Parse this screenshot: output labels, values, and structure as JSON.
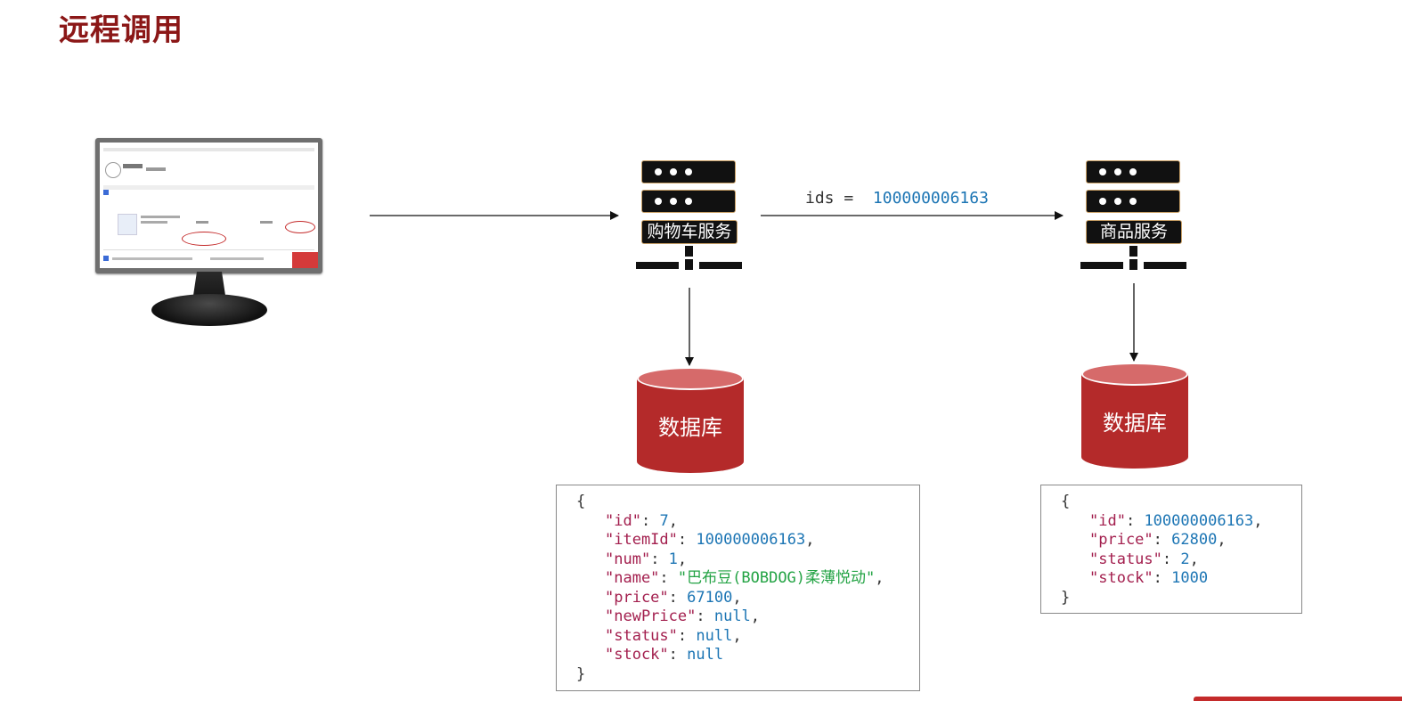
{
  "title": "远程调用",
  "cart_service": {
    "label": "购物车服务"
  },
  "item_service": {
    "label": "商品服务"
  },
  "request": {
    "key": "ids",
    "op": "=",
    "value": "100000006163"
  },
  "cart_db": {
    "label": "数据库"
  },
  "item_db": {
    "label": "数据库"
  },
  "cart_json": {
    "fields": [
      {
        "key": "\"id\"",
        "value": "7",
        "type": "num",
        "sep": ","
      },
      {
        "key": "\"itemId\"",
        "value": "100000006163",
        "type": "num",
        "sep": ","
      },
      {
        "key": "\"num\"",
        "value": "1",
        "type": "num",
        "sep": ","
      },
      {
        "key": "\"name\"",
        "value": "\"巴布豆(BOBDOG)柔薄悦动\"",
        "type": "str",
        "sep": ","
      },
      {
        "key": "\"price\"",
        "value": "67100",
        "type": "num",
        "sep": ","
      },
      {
        "key": "\"newPrice\"",
        "value": "null",
        "type": "null",
        "sep": ","
      },
      {
        "key": "\"status\"",
        "value": "null",
        "type": "null",
        "sep": ","
      },
      {
        "key": "\"stock\"",
        "value": "null",
        "type": "null",
        "sep": ""
      }
    ]
  },
  "item_json": {
    "fields": [
      {
        "key": "\"id\"",
        "value": "100000006163",
        "type": "num",
        "sep": ","
      },
      {
        "key": "\"price\"",
        "value": "62800",
        "type": "num",
        "sep": ","
      },
      {
        "key": "\"status\"",
        "value": "2",
        "type": "num",
        "sep": ","
      },
      {
        "key": "\"stock\"",
        "value": "1000",
        "type": "num",
        "sep": ""
      }
    ]
  },
  "colors": {
    "title": "#8b1717",
    "db": "#b42a2a",
    "server": "#111111",
    "server_border": "#c9a066",
    "json_number": "#1c75b4",
    "json_string": "#23a344"
  }
}
